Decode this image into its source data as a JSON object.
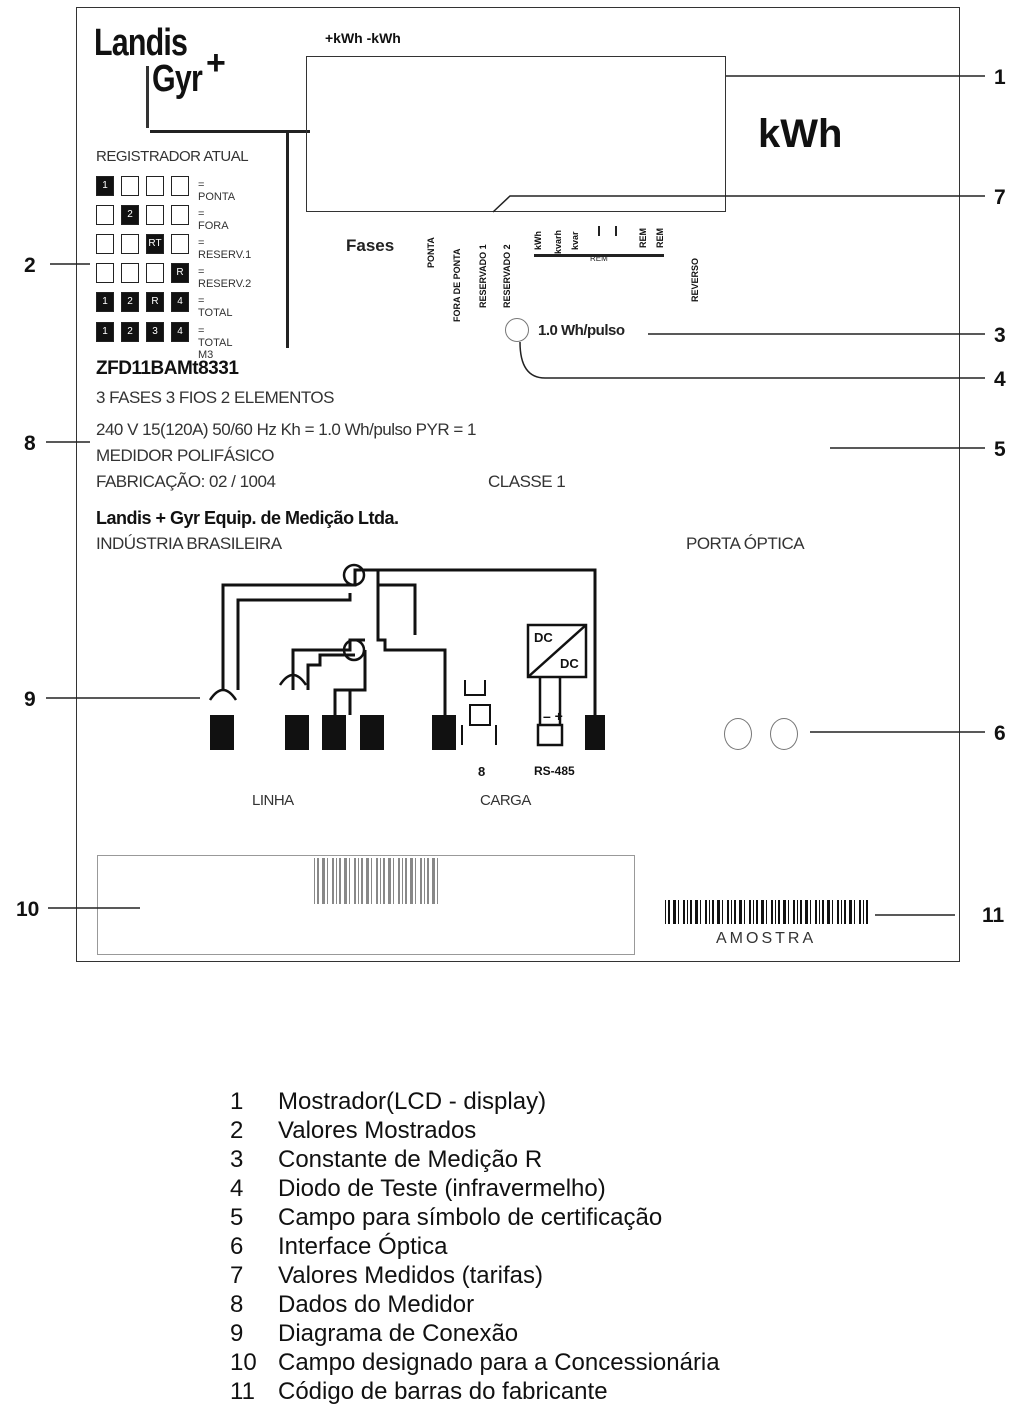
{
  "brand": {
    "line1": "Landis",
    "line2": "Gyr",
    "plus": "+"
  },
  "display": {
    "direction_label": "+kWh  -kWh",
    "unit": "kWh"
  },
  "register": {
    "title": "REGISTRADOR ATUAL",
    "rows": [
      {
        "label": "= PONTA",
        "cells": [
          "1",
          "",
          "",
          ""
        ]
      },
      {
        "label": "= FORA",
        "cells": [
          "",
          "2",
          "",
          ""
        ]
      },
      {
        "label": "= RESERV.1",
        "cells": [
          "",
          "",
          "RT",
          ""
        ]
      },
      {
        "label": "= RESERV.2",
        "cells": [
          "",
          "",
          "",
          "R"
        ]
      },
      {
        "label": "= TOTAL",
        "cells": [
          "1",
          "2",
          "R",
          "4"
        ]
      },
      {
        "label": "= TOTAL M3",
        "cells": [
          "1",
          "2",
          "3",
          "4"
        ]
      }
    ]
  },
  "tariffs": {
    "fases_label": "Fases",
    "vertical_labels": [
      "PONTA",
      "FORA DE PONTA",
      "RESERVADO 1",
      "RESERVADO 2"
    ],
    "short_labels": [
      "kWh",
      "kvarh",
      "kvar",
      "REM"
    ],
    "rem_label": "REM",
    "right_label": "REVERSO"
  },
  "constant": {
    "text": "1.0 Wh/pulso"
  },
  "meter": {
    "model": "ZFD11BAMt8331",
    "line1": "3 FASES   3 FIOS   2 ELEMENTOS",
    "line2": "240 V    15(120A)  50/60 Hz  Kh = 1.0   Wh/pulso   PYR = 1",
    "line3": "MEDIDOR POLIFÁSICO",
    "line4": "FABRICAÇÃO:  02 / 1004",
    "classe": "CLASSE 1",
    "company": "Landis + Gyr Equip. de Medição Ltda.",
    "origin": "INDÚSTRIA BRASILEIRA",
    "porta": "PORTA ÓPTICA"
  },
  "wiring": {
    "linha": "LINHA",
    "carga": "CARGA",
    "dc_top": "DC",
    "dc_bottom": "DC",
    "b_label": "8",
    "rs_label": "RS-485",
    "polarity": "– +"
  },
  "barcode": {
    "caption": "AMOSTRA"
  },
  "callouts": [
    "1",
    "2",
    "3",
    "4",
    "5",
    "6",
    "7",
    "8",
    "9",
    "10",
    "11"
  ],
  "legend": [
    {
      "num": "1",
      "text": "Mostrador(LCD - display)"
    },
    {
      "num": "2",
      "text": "Valores Mostrados"
    },
    {
      "num": "3",
      "text": "Constante de Medição R"
    },
    {
      "num": "4",
      "text": "Diodo de Teste (infravermelho)"
    },
    {
      "num": "5",
      "text": "Campo para símbolo de certificação"
    },
    {
      "num": "6",
      "text": "Interface Óptica"
    },
    {
      "num": "7",
      "text": "Valores Medidos (tarifas)"
    },
    {
      "num": "8",
      "text": "Dados do Medidor"
    },
    {
      "num": "9",
      "text": "Diagrama de Conexão"
    },
    {
      "num": "10",
      "text": "Campo designado para a Concessionária"
    },
    {
      "num": "11",
      "text": "Código de barras do fabricante"
    }
  ]
}
